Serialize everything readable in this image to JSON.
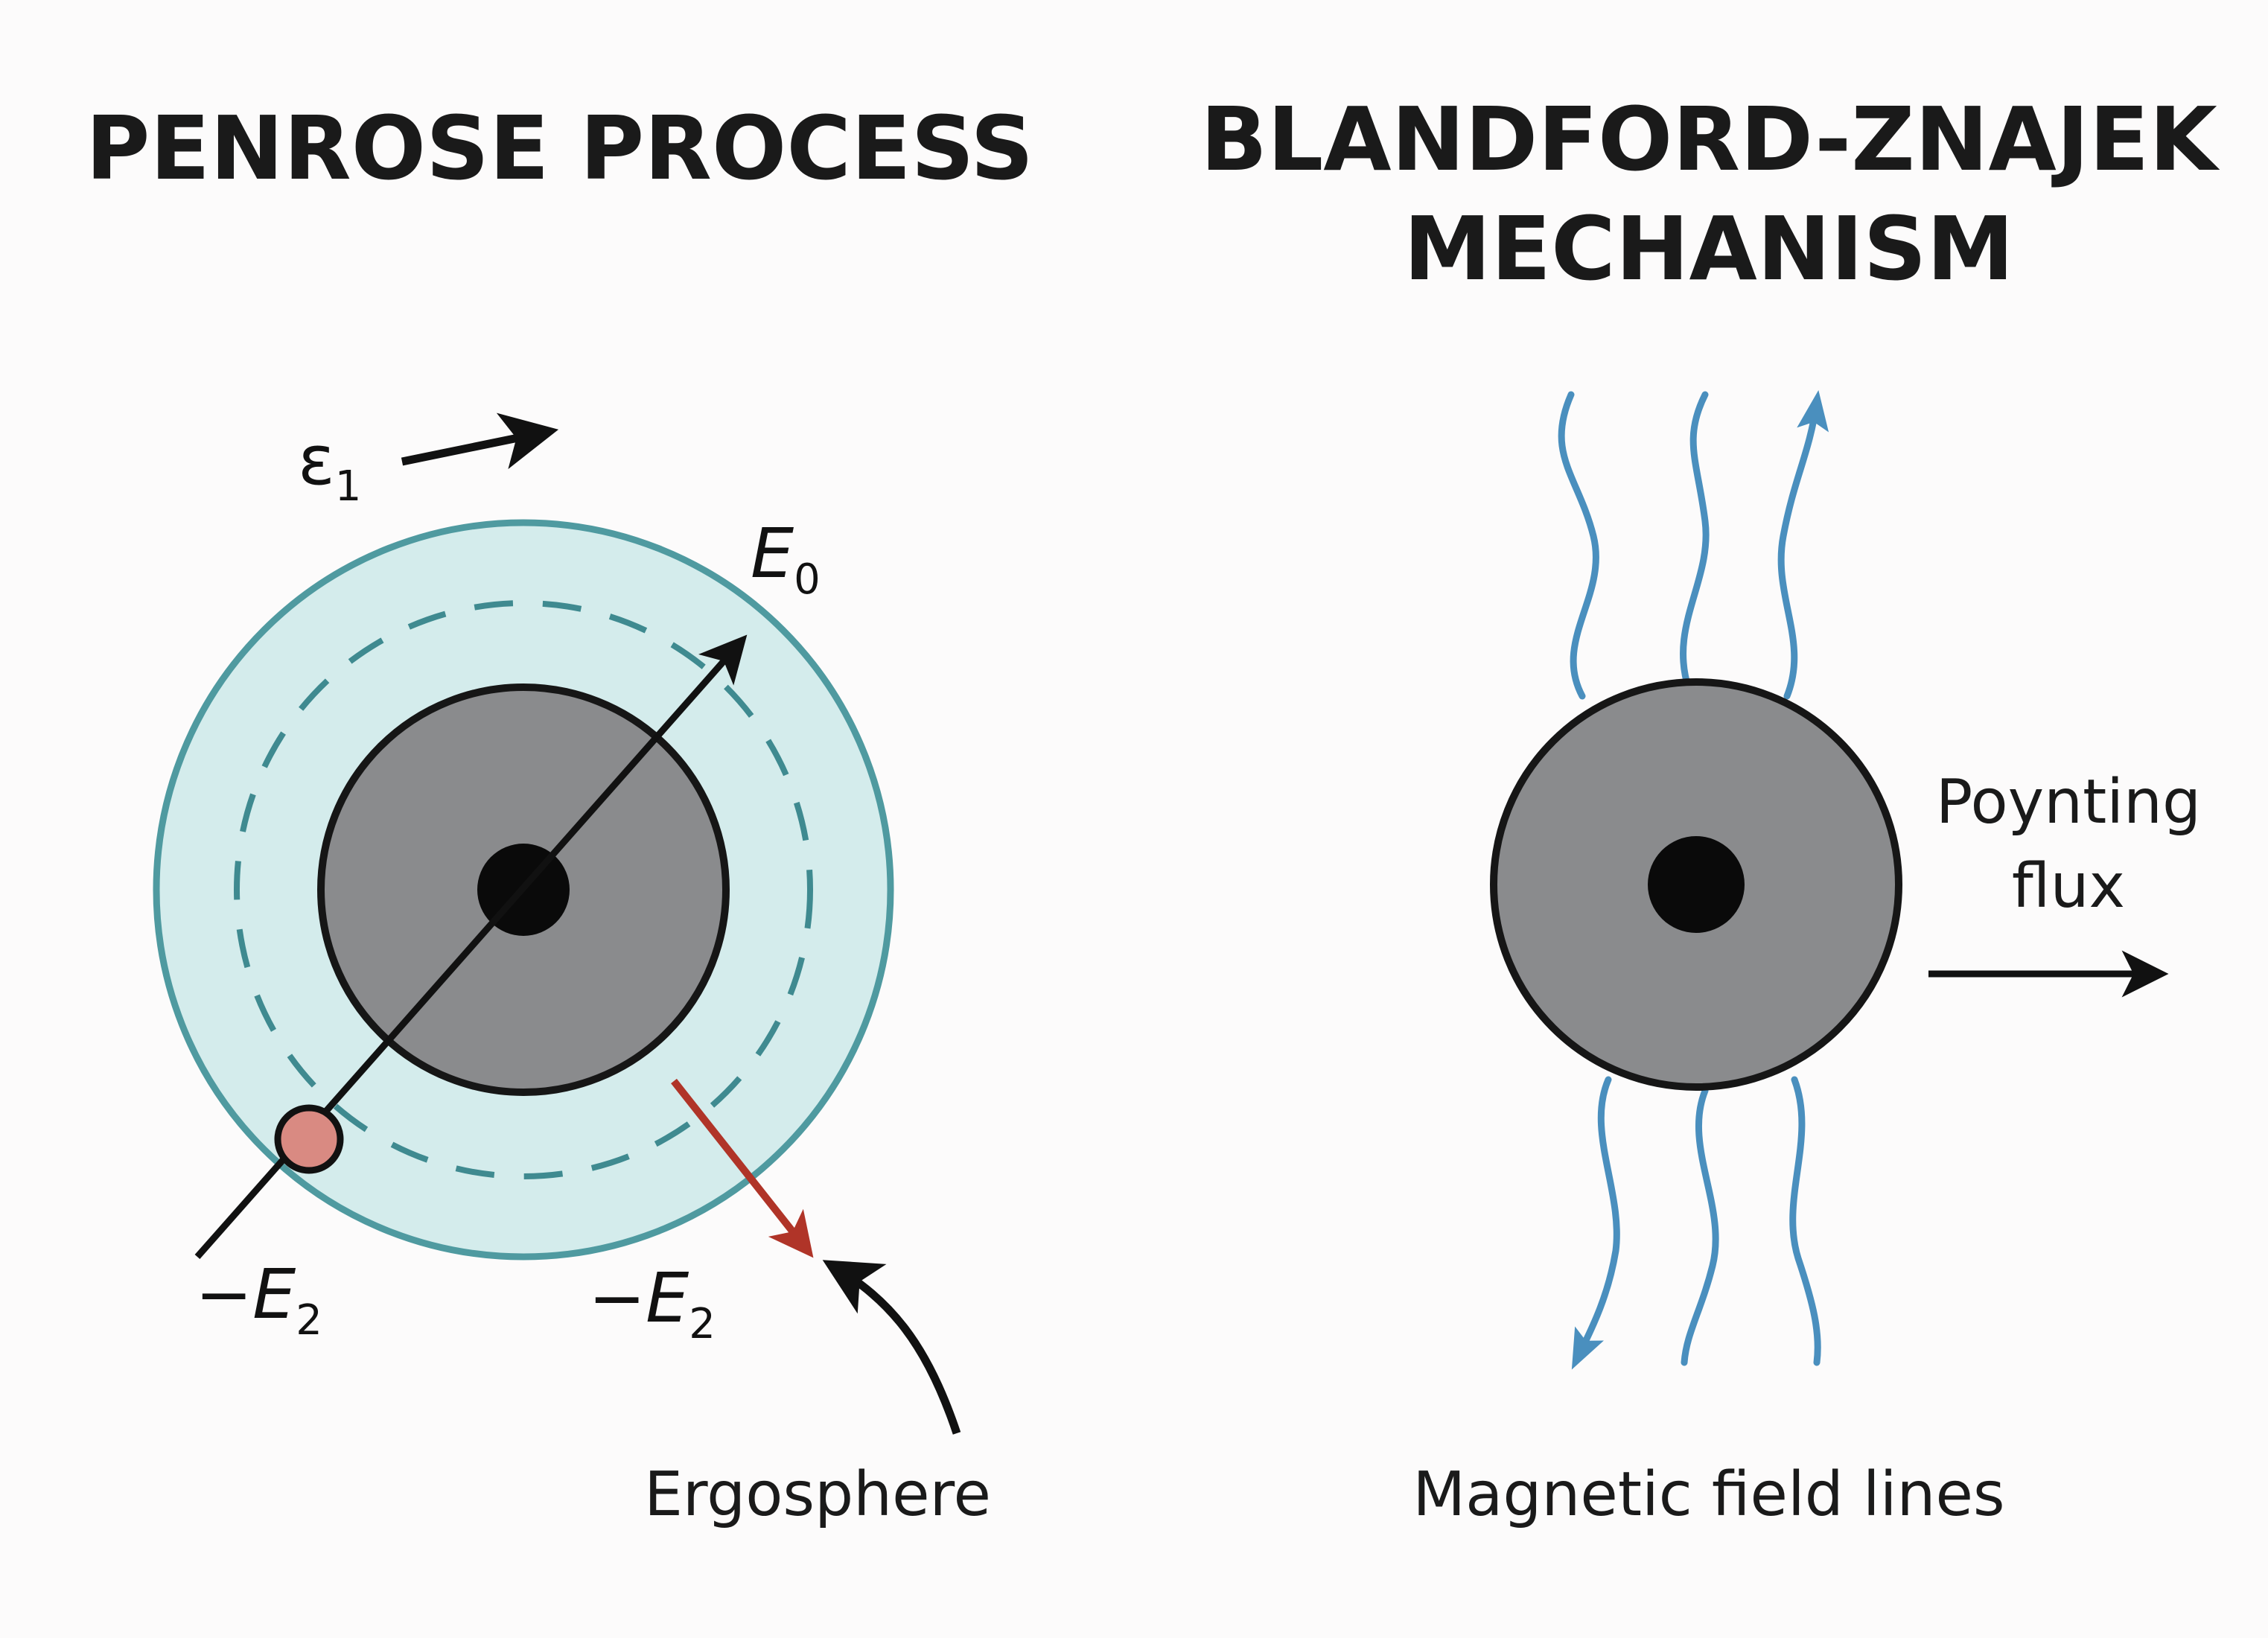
{
  "penrose": {
    "title": "PENROSE PROCESS",
    "labels": {
      "e1": {
        "symbol": "ε",
        "sub": "1"
      },
      "e0": {
        "symbol": "E",
        "sub": "0"
      },
      "neg_e2_left": {
        "symbol": "−E",
        "sub": "2"
      },
      "neg_e2_right": {
        "symbol": "−E",
        "sub": "2"
      },
      "ergosphere": "Ergosphere"
    }
  },
  "blandford_znajek": {
    "title_line1": "BLANDFORD-ZNAJEK",
    "title_line2": "MECHANISM",
    "labels": {
      "poynting_line1": "Poynting",
      "poynting_line2": "flux",
      "field_lines": "Magnetic field lines"
    }
  },
  "colors": {
    "background": "#fcfbfb",
    "ergosphere_fill": "#d4ecec",
    "ergosphere_stroke": "#4f9aa0",
    "horizon_fill": "#8a8b8d",
    "singularity": "#0a0a0a",
    "particle": "#d98a82",
    "red_arrow": "#b03428",
    "field_line": "#4a8fbe"
  }
}
